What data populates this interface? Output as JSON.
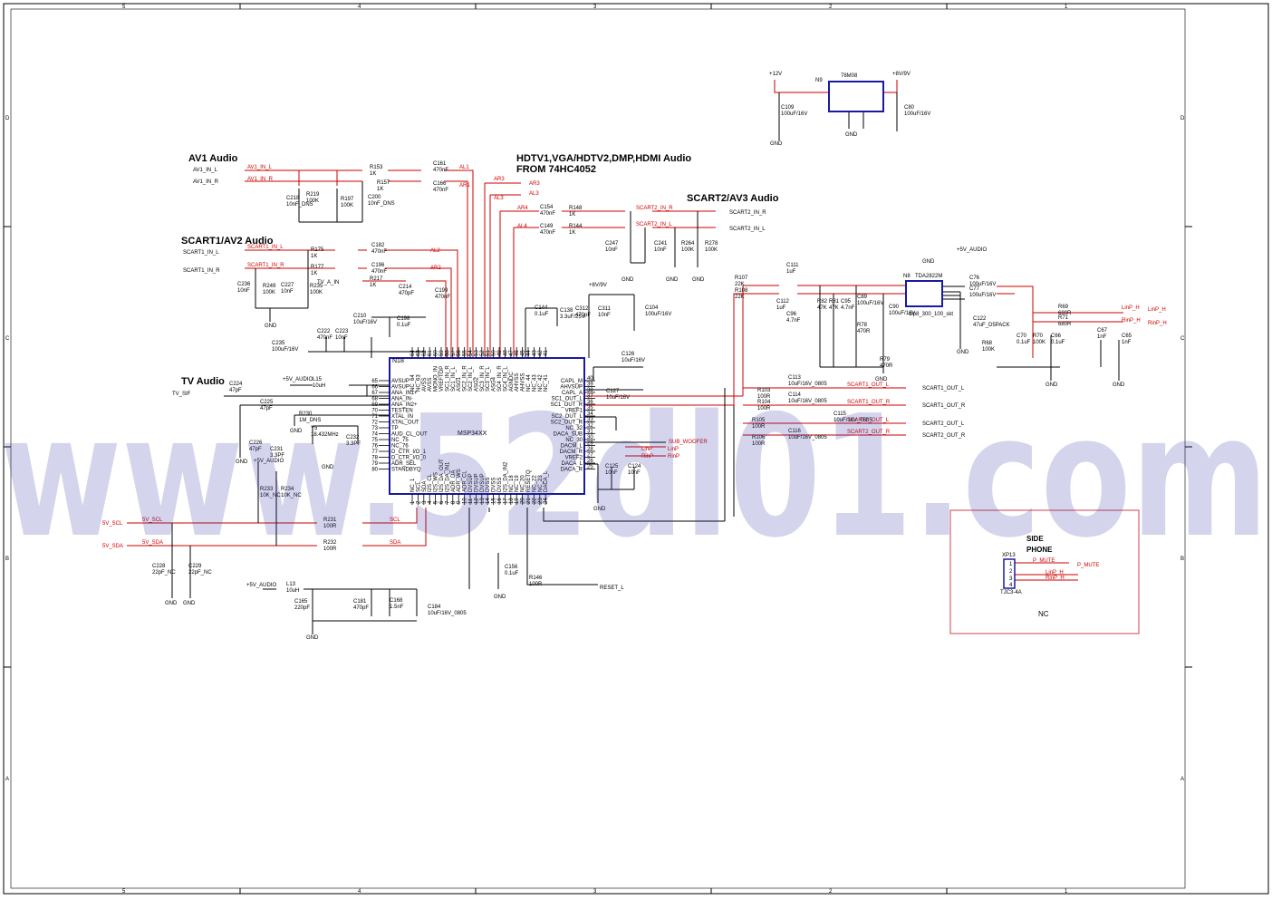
{
  "sections": {
    "av1": "AV1 Audio",
    "hdtv": "HDTV1,VGA/HDTV2,DMP,HDMI  Audio",
    "hdtv_from": "FROM 74HC4052",
    "scart2": "SCART2/AV3 Audio",
    "scart1": "SCART1/AV2 Audio",
    "tv": "TV Audio"
  },
  "chips": {
    "main_ref": "N18",
    "main_name": "MSP34XX",
    "regulator_ref": "N9",
    "regulator_name": "78M08",
    "amp_ref": "N8",
    "amp_name": "TDA2822M",
    "amp_pkg": "dip8_300_100_skt"
  },
  "left_pins": [
    {
      "num": "65",
      "name": "AVSUP"
    },
    {
      "num": "66",
      "name": "AVSUP"
    },
    {
      "num": "67",
      "name": "ANA_IN1+"
    },
    {
      "num": "68",
      "name": "ANA_IN-"
    },
    {
      "num": "69",
      "name": "ANA_IN2+"
    },
    {
      "num": "70",
      "name": "TESTEN"
    },
    {
      "num": "71",
      "name": "XTAL_IN"
    },
    {
      "num": "72",
      "name": "XTAL_OUT"
    },
    {
      "num": "73",
      "name": "TP"
    },
    {
      "num": "74",
      "name": "AUD_CL_OUT"
    },
    {
      "num": "75",
      "name": "NC_75"
    },
    {
      "num": "76",
      "name": "NC_76"
    },
    {
      "num": "77",
      "name": "D_CTR_I/O_1"
    },
    {
      "num": "78",
      "name": "D_CTR_I/O_0"
    },
    {
      "num": "79",
      "name": "ADR_SEL"
    },
    {
      "num": "80",
      "name": "STANDBYQ"
    }
  ],
  "right_pins": [
    {
      "num": "40",
      "name": "CAPL_M"
    },
    {
      "num": "39",
      "name": "AHVSUP"
    },
    {
      "num": "38",
      "name": "CAPL_A"
    },
    {
      "num": "37",
      "name": "SC1_OUT_L"
    },
    {
      "num": "36",
      "name": "SC1_OUT_R"
    },
    {
      "num": "35",
      "name": "VREF1"
    },
    {
      "num": "34",
      "name": "SC2_OUT_L"
    },
    {
      "num": "33",
      "name": "SC2_OUT_R"
    },
    {
      "num": "32",
      "name": "NC_32"
    },
    {
      "num": "31",
      "name": "DACA_SUB"
    },
    {
      "num": "30",
      "name": "NC_30"
    },
    {
      "num": "29",
      "name": "DACM_L"
    },
    {
      "num": "28",
      "name": "DACM_R"
    },
    {
      "num": "27",
      "name": "VREF2"
    },
    {
      "num": "26",
      "name": "DACA_L"
    },
    {
      "num": "25",
      "name": "DACA_R"
    }
  ],
  "top_pins": [
    {
      "num": "64",
      "name": "NC_64"
    },
    {
      "num": "63",
      "name": "NC_63"
    },
    {
      "num": "62",
      "name": "AVSS"
    },
    {
      "num": "61",
      "name": "AVSS"
    },
    {
      "num": "60",
      "name": "MONO_IN"
    },
    {
      "num": "59",
      "name": "VREFTOP"
    },
    {
      "num": "58",
      "name": "SC1_IN_R"
    },
    {
      "num": "57",
      "name": "SC1_IN_L"
    },
    {
      "num": "56",
      "name": "ASG1"
    },
    {
      "num": "55",
      "name": "SC2_IN_R"
    },
    {
      "num": "54",
      "name": "SC2_IN_L"
    },
    {
      "num": "53",
      "name": "ASG2"
    },
    {
      "num": "52",
      "name": "SC3_IN_R"
    },
    {
      "num": "51",
      "name": "SC3_IN_L"
    },
    {
      "num": "50",
      "name": "ASG4"
    },
    {
      "num": "49",
      "name": "SC4_IN_R"
    },
    {
      "num": "48",
      "name": "SC4_IN_L"
    },
    {
      "num": "47",
      "name": "AGNDC"
    },
    {
      "num": "46",
      "name": "AHVSS"
    },
    {
      "num": "45",
      "name": "AHVSS"
    },
    {
      "num": "44",
      "name": "NC_44"
    },
    {
      "num": "43",
      "name": "NC_43"
    },
    {
      "num": "42",
      "name": "NC_42"
    },
    {
      "num": "41",
      "name": "NC_41"
    }
  ],
  "bottom_pins": [
    {
      "num": "1",
      "name": "NC_1"
    },
    {
      "num": "2",
      "name": "SCL"
    },
    {
      "num": "3",
      "name": "SDA"
    },
    {
      "num": "4",
      "name": "I2S_CL"
    },
    {
      "num": "5",
      "name": "I2S_WS"
    },
    {
      "num": "6",
      "name": "I2S_DA_OUT"
    },
    {
      "num": "7",
      "name": "I2S_DA_IN1"
    },
    {
      "num": "8",
      "name": "ADR_DA"
    },
    {
      "num": "9",
      "name": "ADR_WS"
    },
    {
      "num": "10",
      "name": "ADR_CL"
    },
    {
      "num": "11",
      "name": "DVSUP"
    },
    {
      "num": "12",
      "name": "DVSUP"
    },
    {
      "num": "13",
      "name": "DVSUP"
    },
    {
      "num": "14",
      "name": "DVSS"
    },
    {
      "num": "15",
      "name": "DVSS"
    },
    {
      "num": "16",
      "name": "DVSS"
    },
    {
      "num": "17",
      "name": "I2S_DA_IN2"
    },
    {
      "num": "18",
      "name": "NC_18"
    },
    {
      "num": "19",
      "name": "NC_19"
    },
    {
      "num": "20",
      "name": "NC_20"
    },
    {
      "num": "21",
      "name": "RESETQ"
    },
    {
      "num": "22",
      "name": "NC_22"
    },
    {
      "num": "23",
      "name": "NC_23"
    },
    {
      "num": "24",
      "name": "DACA_L"
    }
  ],
  "components": [
    {
      "ref": "R153",
      "value": "1K"
    },
    {
      "ref": "C161",
      "value": "470nF"
    },
    {
      "ref": "R157",
      "value": "1K"
    },
    {
      "ref": "C166",
      "value": "470nF"
    },
    {
      "ref": "C218",
      "value": "10nF_DNS"
    },
    {
      "ref": "R219",
      "value": "100K"
    },
    {
      "ref": "R197",
      "value": "100K"
    },
    {
      "ref": "C200",
      "value": "10nF_DNS"
    },
    {
      "ref": "C154",
      "value": "470nF"
    },
    {
      "ref": "R148",
      "value": "1K"
    },
    {
      "ref": "C149",
      "value": "470nF"
    },
    {
      "ref": "R144",
      "value": "1K"
    },
    {
      "ref": "C247",
      "value": "10nF"
    },
    {
      "ref": "C241",
      "value": "10nF"
    },
    {
      "ref": "R264",
      "value": "100K"
    },
    {
      "ref": "R278",
      "value": "100K"
    },
    {
      "ref": "R175",
      "value": "1K"
    },
    {
      "ref": "C182",
      "value": "470nF"
    },
    {
      "ref": "R177",
      "value": "1K"
    },
    {
      "ref": "C196",
      "value": "470nF"
    },
    {
      "ref": "R217",
      "value": "1K"
    },
    {
      "ref": "C214",
      "value": "470pF"
    },
    {
      "ref": "C199",
      "value": "470nF"
    },
    {
      "ref": "C236",
      "value": "10nF"
    },
    {
      "ref": "R249",
      "value": "100K"
    },
    {
      "ref": "C227",
      "value": "10nF"
    },
    {
      "ref": "R235",
      "value": "100K"
    },
    {
      "ref": "C210",
      "value": "10uF/16V"
    },
    {
      "ref": "C198",
      "value": "0.1uF"
    },
    {
      "ref": "C222",
      "value": "470nF"
    },
    {
      "ref": "C223",
      "value": "10nF"
    },
    {
      "ref": "C235",
      "value": "100uF/16V"
    },
    {
      "ref": "C144",
      "value": "0.1uF"
    },
    {
      "ref": "C138",
      "value": "3.3uF/25V"
    },
    {
      "ref": "C312",
      "value": "470pF"
    },
    {
      "ref": "C311",
      "value": "10nF"
    },
    {
      "ref": "C104",
      "value": "100uF/16V"
    },
    {
      "ref": "C126",
      "value": "10uF/16V"
    },
    {
      "ref": "C127",
      "value": "10uF/16V"
    },
    {
      "ref": "C224",
      "value": "47pF"
    },
    {
      "ref": "L15",
      "value": "10uH"
    },
    {
      "ref": "C225",
      "value": "47pF"
    },
    {
      "ref": "R230",
      "value": "1M_DNS"
    },
    {
      "ref": "Y5",
      "value": "18.432MHz"
    },
    {
      "ref": "C226",
      "value": "47pF"
    },
    {
      "ref": "C231",
      "value": "3.3PF"
    },
    {
      "ref": "C232",
      "value": "3.3PF"
    },
    {
      "ref": "R233",
      "value": "10K_NC"
    },
    {
      "ref": "R234",
      "value": "10K_NC"
    },
    {
      "ref": "R231",
      "value": "100R"
    },
    {
      "ref": "R232",
      "value": "100R"
    },
    {
      "ref": "C228",
      "value": "22pF_NC"
    },
    {
      "ref": "C229",
      "value": "22pF_NC"
    },
    {
      "ref": "L13",
      "value": "10uH"
    },
    {
      "ref": "C165",
      "value": "220pF"
    },
    {
      "ref": "C181",
      "value": "470pF"
    },
    {
      "ref": "C168",
      "value": "1.5nF"
    },
    {
      "ref": "C184",
      "value": "10uF/16V_0805"
    },
    {
      "ref": "C156",
      "value": "0.1uF"
    },
    {
      "ref": "R146",
      "value": "100R"
    },
    {
      "ref": "C125",
      "value": "10nF"
    },
    {
      "ref": "C124",
      "value": "10nF"
    },
    {
      "ref": "R103",
      "value": "100R"
    },
    {
      "ref": "C113",
      "value": "10uF/16V_0805"
    },
    {
      "ref": "R104",
      "value": "100R"
    },
    {
      "ref": "C114",
      "value": "10uF/16V_0805"
    },
    {
      "ref": "R105",
      "value": "100R"
    },
    {
      "ref": "C115",
      "value": "10uF/16V_0805"
    },
    {
      "ref": "R106",
      "value": "100R"
    },
    {
      "ref": "C116",
      "value": "10uF/16V_0805"
    },
    {
      "ref": "C109",
      "value": "100uF/16V"
    },
    {
      "ref": "C80",
      "value": "100uF/16V"
    },
    {
      "ref": "R107",
      "value": "22K"
    },
    {
      "ref": "R108",
      "value": "22K"
    },
    {
      "ref": "C111",
      "value": "1uF"
    },
    {
      "ref": "C112",
      "value": "1uF"
    },
    {
      "ref": "C96",
      "value": "4.7nF"
    },
    {
      "ref": "R82",
      "value": "47K"
    },
    {
      "ref": "R81",
      "value": "47K"
    },
    {
      "ref": "C95",
      "value": "4.7nF"
    },
    {
      "ref": "C89",
      "value": "100uF/16V"
    },
    {
      "ref": "C90",
      "value": "100uF/16V"
    },
    {
      "ref": "R78",
      "value": "470R"
    },
    {
      "ref": "R79",
      "value": "470R"
    },
    {
      "ref": "C76",
      "value": "100uF/16V"
    },
    {
      "ref": "C77",
      "value": "100uF/16V"
    },
    {
      "ref": "C122",
      "value": "47uF_D5PACK"
    },
    {
      "ref": "R68",
      "value": "100K"
    },
    {
      "ref": "C70",
      "value": "0.1uF"
    },
    {
      "ref": "R70",
      "value": "100K"
    },
    {
      "ref": "C66",
      "value": "0.1uF"
    },
    {
      "ref": "R69",
      "value": "680R"
    },
    {
      "ref": "R71",
      "value": "680R"
    },
    {
      "ref": "C67",
      "value": "1nF"
    },
    {
      "ref": "C65",
      "value": "1nF"
    }
  ],
  "ports": {
    "av1_in_l": "AV1_IN_L",
    "av1_in_r": "AV1_IN_R",
    "scart1_in_l": "SCART1_IN_L",
    "scart1_in_r": "SCART1_IN_R",
    "scart2_in_r": "SCART2_IN_R",
    "scart2_in_l": "SCART2_IN_L",
    "tv_sif": "TV_SIF",
    "tv_a_in": "TV_A_IN",
    "scl": "5V_SCL",
    "sda": "5V_SDA",
    "reset": "RESET_L",
    "scart1_out_l": "SCART1_OUT_L",
    "scart1_out_r": "SCART1_OUT_R",
    "scart2_out_l": "SCART2_OUT_L",
    "scart2_out_r": "SCART2_OUT_R",
    "linp_h": "LinP_H",
    "rinp_h": "RinP_H",
    "ar3": "AR3",
    "al3": "AL3",
    "sub_woofer": "SUB_WOOFER",
    "linp": "LinP",
    "rinp": "RinP",
    "p_mute": "P_MUTE"
  },
  "nets": {
    "al1": "AL1",
    "ar1": "AR1",
    "al2": "AL2",
    "ar2": "AR2",
    "ar4": "AR4",
    "al4": "AL4",
    "scl": "SCL",
    "sda": "SDA",
    "gnd": "GND",
    "v12": "+12V",
    "v89": "+8V/9V",
    "v5a": "+5V_AUDIO",
    "v5scl": "5V_SCL",
    "v5sda": "5V_SDA"
  },
  "side_phone": {
    "title1": "SIDE",
    "title2": "PHONE",
    "ref": "XP13",
    "part": "TJC3-4A",
    "note": "NC",
    "pins": [
      "1",
      "2",
      "3",
      "4"
    ],
    "net_a": "LinP_H",
    "net_b": "RinP_H"
  },
  "border": {
    "cols": [
      "5",
      "4",
      "3",
      "2",
      "1"
    ],
    "rows": [
      "D",
      "C",
      "B",
      "A"
    ]
  },
  "watermark": {
    "part1": "www.",
    "part2": "52",
    "part3": "dl01",
    "part4": ".com"
  },
  "colors": {
    "wire": "#cc0000",
    "chip": "#1a1aa0",
    "watermark": "#3b3ba8"
  }
}
